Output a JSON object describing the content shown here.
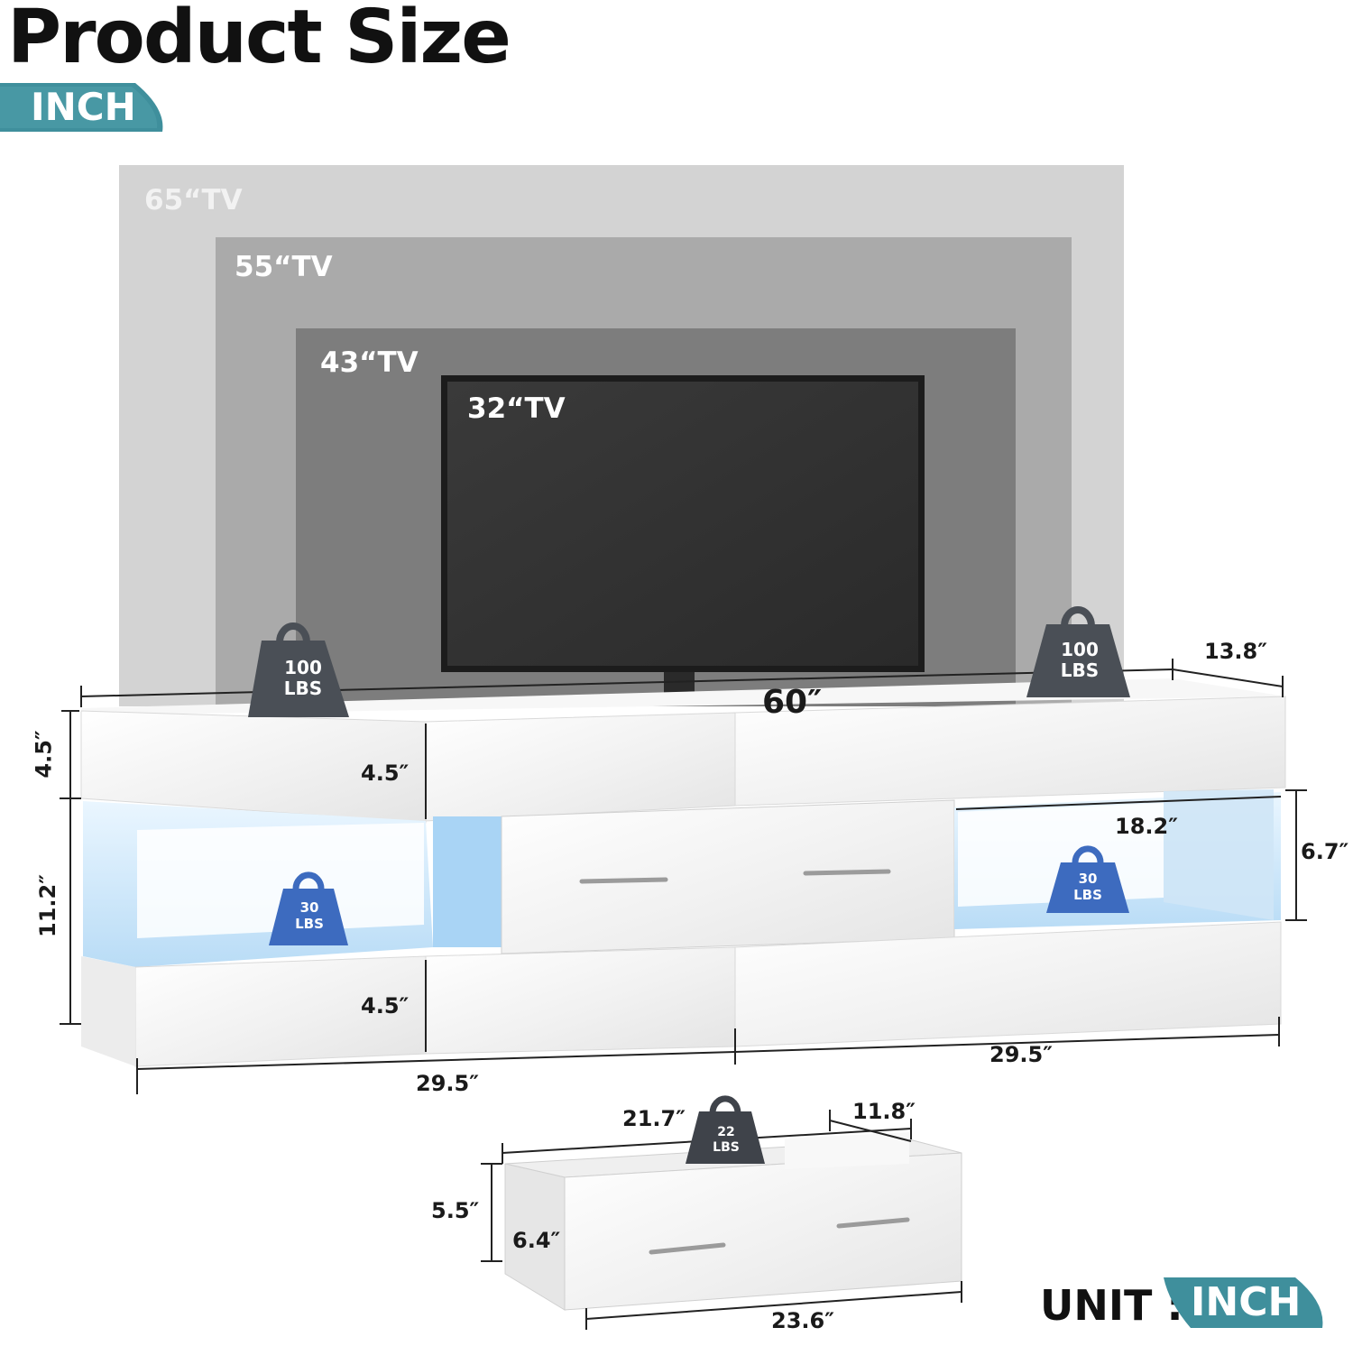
{
  "header": {
    "title": "Product Size",
    "unit_badge": "INCH"
  },
  "tv_sizes": [
    {
      "label": "65“TV"
    },
    {
      "label": "55“TV"
    },
    {
      "label": "43“TV"
    },
    {
      "label": "32“TV"
    }
  ],
  "weights": {
    "top_left": {
      "value": "100",
      "unit": "LBS"
    },
    "top_right": {
      "value": "100",
      "unit": "LBS"
    },
    "shelf_left": {
      "value": "30",
      "unit": "LBS"
    },
    "shelf_right": {
      "value": "30",
      "unit": "LBS"
    },
    "drawer": {
      "value": "22",
      "unit": "LBS"
    }
  },
  "dimensions": {
    "total_width": "60″",
    "depth": "13.8″",
    "top_height_left": "4.5″",
    "top_drawer_height": "4.5″",
    "total_height_left": "11.2″",
    "bottom_drawer_height": "4.5″",
    "right_open_width": "18.2″",
    "right_open_height": "6.7″",
    "bottom_left_width": "29.5″",
    "bottom_right_width": "29.5″",
    "drawer_inner_width": "21.7″",
    "drawer_depth": "11.8″",
    "drawer_outer_height": "5.5″",
    "drawer_front_height": "6.4″",
    "drawer_width": "23.6″"
  },
  "footer": {
    "unit_label": "UNIT :",
    "unit_badge": "INCH"
  },
  "colors": {
    "accent": "#3f8f9c",
    "tv65": "#d2d2d2",
    "tv55": "#a9a9a9",
    "tv43": "#7c7c7c",
    "weight_dark": "#4a4f56",
    "weight_blue": "#3d6bbf"
  }
}
